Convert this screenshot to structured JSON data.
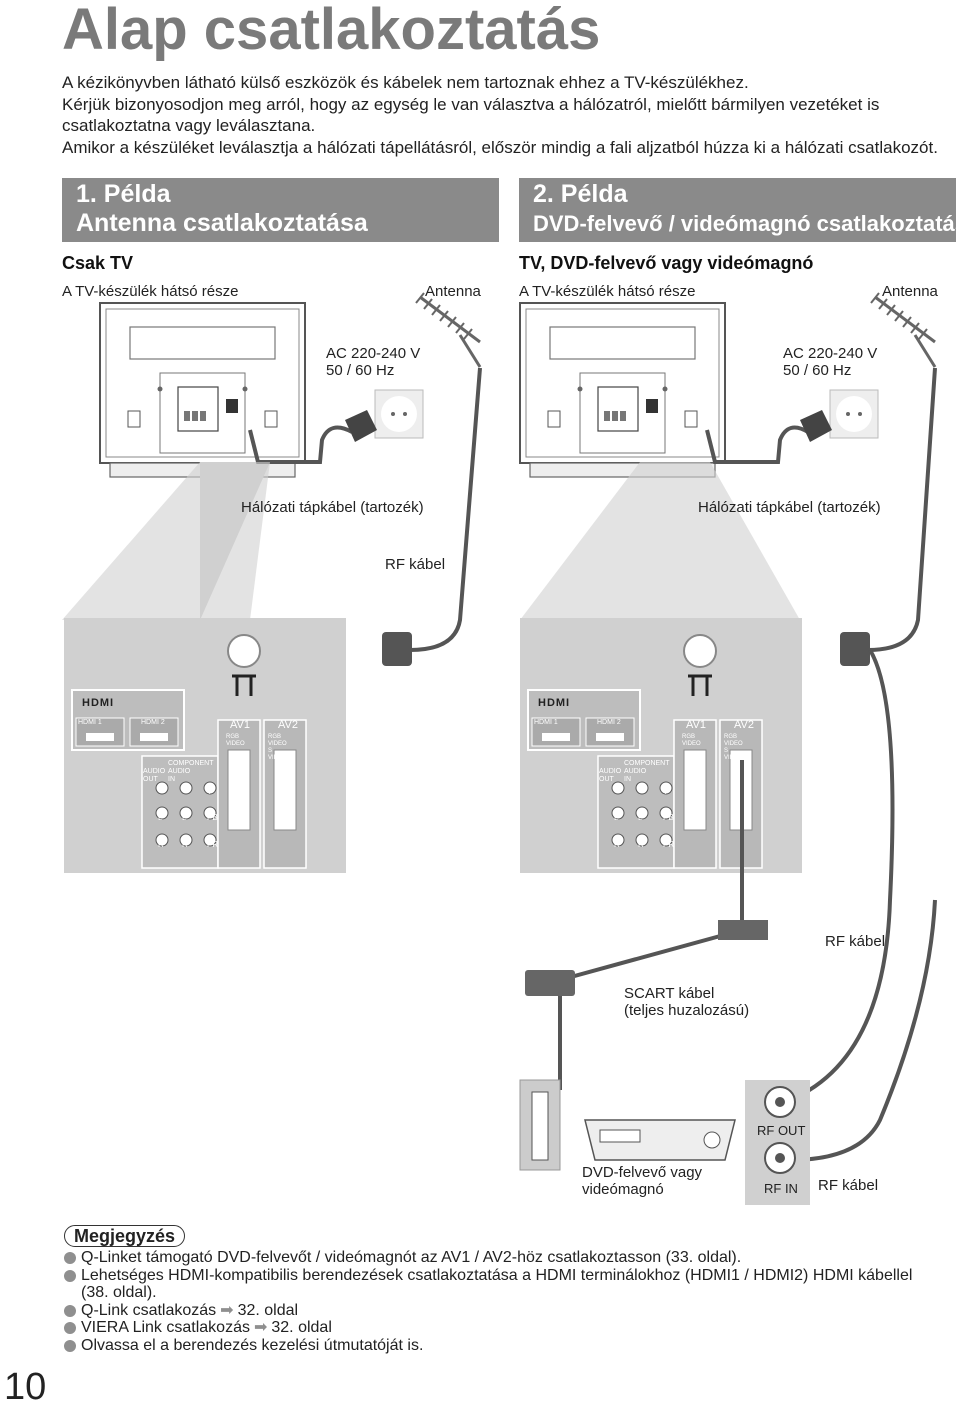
{
  "page": {
    "title": "Alap csatlakoztatás",
    "number": "10"
  },
  "intro": [
    "A kézikönyvben látható külső eszközök és kábelek nem tartoznak ehhez a TV-készülékhez.",
    "Kérjük bizonyosodjon meg arról, hogy az egység le van választva a hálózatról, mielőtt bármilyen vezetéket is csatlakoztatna vagy leválasztana.",
    "Amikor a készüléket leválasztja a hálózati tápellátásról, először mindig a fali aljzatból húzza ki a hálózati csatlakozót."
  ],
  "example1": {
    "line1": "1. Példa",
    "line2": "Antenna csatlakoztatása",
    "subtitle": "Csak TV",
    "tv_back": "A TV-készülék hátsó része",
    "antenna": "Antenna",
    "ac_line1": "AC 220-240 V",
    "ac_line2": "50 / 60 Hz",
    "power_cable": "Hálózati tápkábel (tartozék)",
    "rf_cable": "RF kábel"
  },
  "example2": {
    "line1": "2. Példa",
    "line2": "DVD-felvevő / videómagnó csatlakoztatása",
    "subtitle": "TV, DVD-felvevő vagy videómagnó",
    "tv_back": "A TV-készülék hátsó része",
    "antenna": "Antenna",
    "ac_line1": "AC 220-240 V",
    "ac_line2": "50 / 60 Hz",
    "power_cable": "Hálózati tápkábel (tartozék)",
    "rf_cable_top": "RF kábel",
    "scart_line1": "SCART kábel",
    "scart_line2": "(teljes huzalozású)",
    "rf_out": "RF OUT",
    "rf_in": "RF IN",
    "rf_cable_bottom": "RF kábel",
    "dvd_line1": "DVD-felvevő vagy",
    "dvd_line2": "videómagnó"
  },
  "panel": {
    "hdmi_logo": "HDMI",
    "hdmi1": "HDMI 1",
    "hdmi2": "HDMI 2",
    "av1": "AV1",
    "av2": "AV2",
    "component": "COMPONENT",
    "audio_out": "AUDIO OUT",
    "audio_in": "AUDIO IN",
    "y": "Y",
    "pb": "PB",
    "pr": "PR",
    "l": "L",
    "r": "R",
    "rgb_video": "RGB VIDEO",
    "rgb_video_svideo": "RGB VIDEO S VIDEO"
  },
  "notes": {
    "title": "Megjegyzés",
    "items": [
      {
        "text": "Q-Linket támogató DVD-felvevőt / videómagnót az AV1 / AV2-höz csatlakoztasson (33. oldal).",
        "ref": ""
      },
      {
        "text": "Lehetséges HDMI-kompatibilis berendezések csatlakoztatása a HDMI terminálokhoz (HDMI1 / HDMI2) HDMI kábellel (38. oldal).",
        "ref": ""
      },
      {
        "text": "Q-Link csatlakozás",
        "ref": "32. oldal"
      },
      {
        "text": "VIERA Link csatlakozás",
        "ref": "32. oldal"
      },
      {
        "text": "Olvassa el a berendezés kezelési útmutatóját is.",
        "ref": ""
      }
    ]
  },
  "colors": {
    "banner": "#8a8a8a",
    "title": "#7a7a7a",
    "diagram_fill": "#d0d0d0",
    "cable": "#555555"
  }
}
